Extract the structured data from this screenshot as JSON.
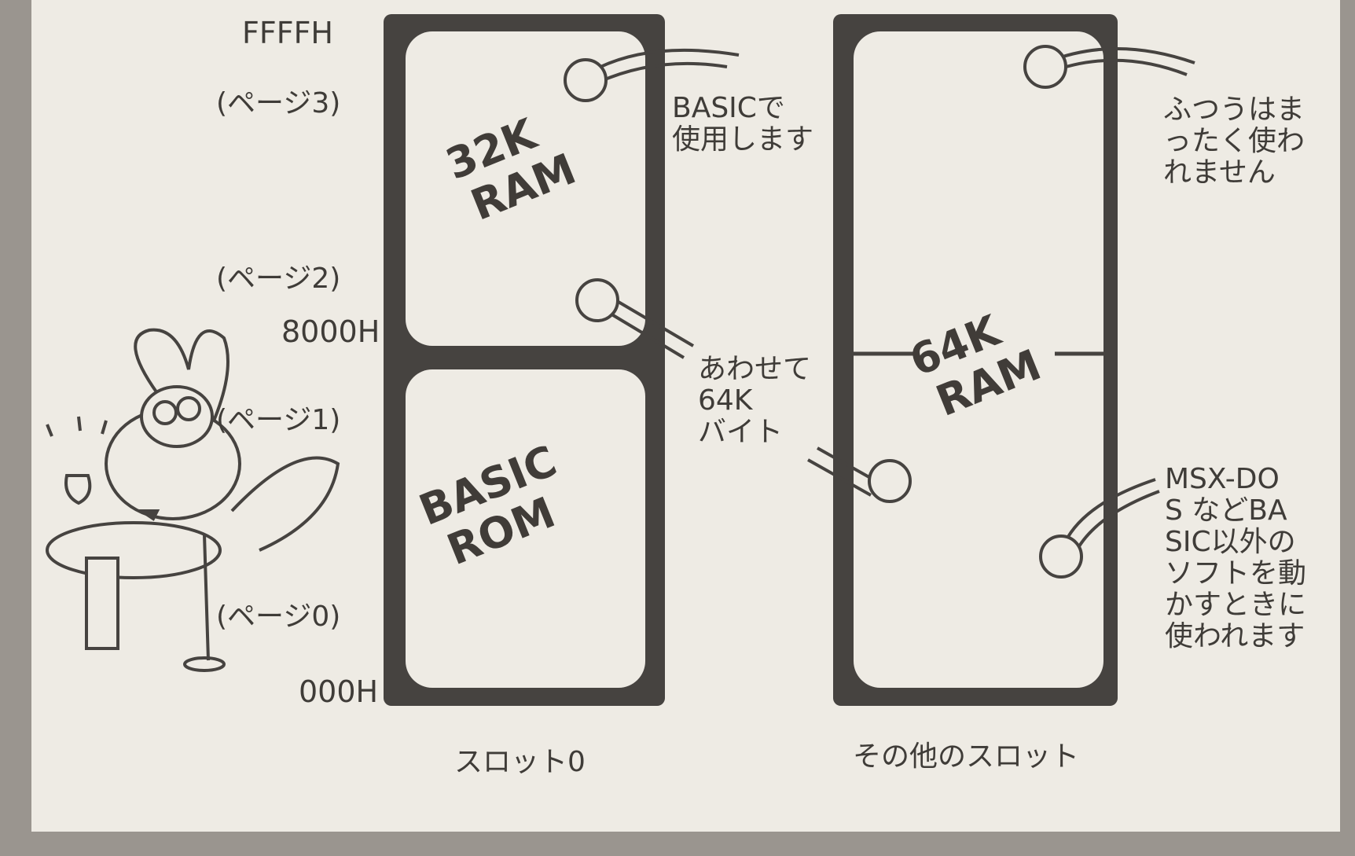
{
  "addresses": {
    "top": "FFFFH",
    "mid": "8000H",
    "bottom": "000H"
  },
  "pages": {
    "page3": "(ページ3)",
    "page2": "(ページ2)",
    "page1": "(ページ1)",
    "page0": "(ページ0)"
  },
  "slot0": {
    "name": "スロット0",
    "upper": {
      "line1": "32K",
      "line2": "RAM"
    },
    "lower": {
      "line1": "BASIC",
      "line2": "ROM"
    }
  },
  "other_slot": {
    "name": "その他のスロット",
    "block": {
      "line1": "64K",
      "line2": "RAM"
    }
  },
  "notes": {
    "basic_use": [
      "BASICで",
      "使用します"
    ],
    "combined": [
      "あわせて",
      "64K",
      "バイト"
    ],
    "unused": [
      "ふつうはま",
      "ったく使わ",
      "れません"
    ],
    "msxdos": [
      "MSX-DO",
      "S などBA",
      "SIC以外の",
      "ソフトを動",
      "かすときに",
      "使われます"
    ]
  },
  "colors": {
    "paper": "#eeebe4",
    "ink": "#464340",
    "frame": "#9a958f"
  }
}
